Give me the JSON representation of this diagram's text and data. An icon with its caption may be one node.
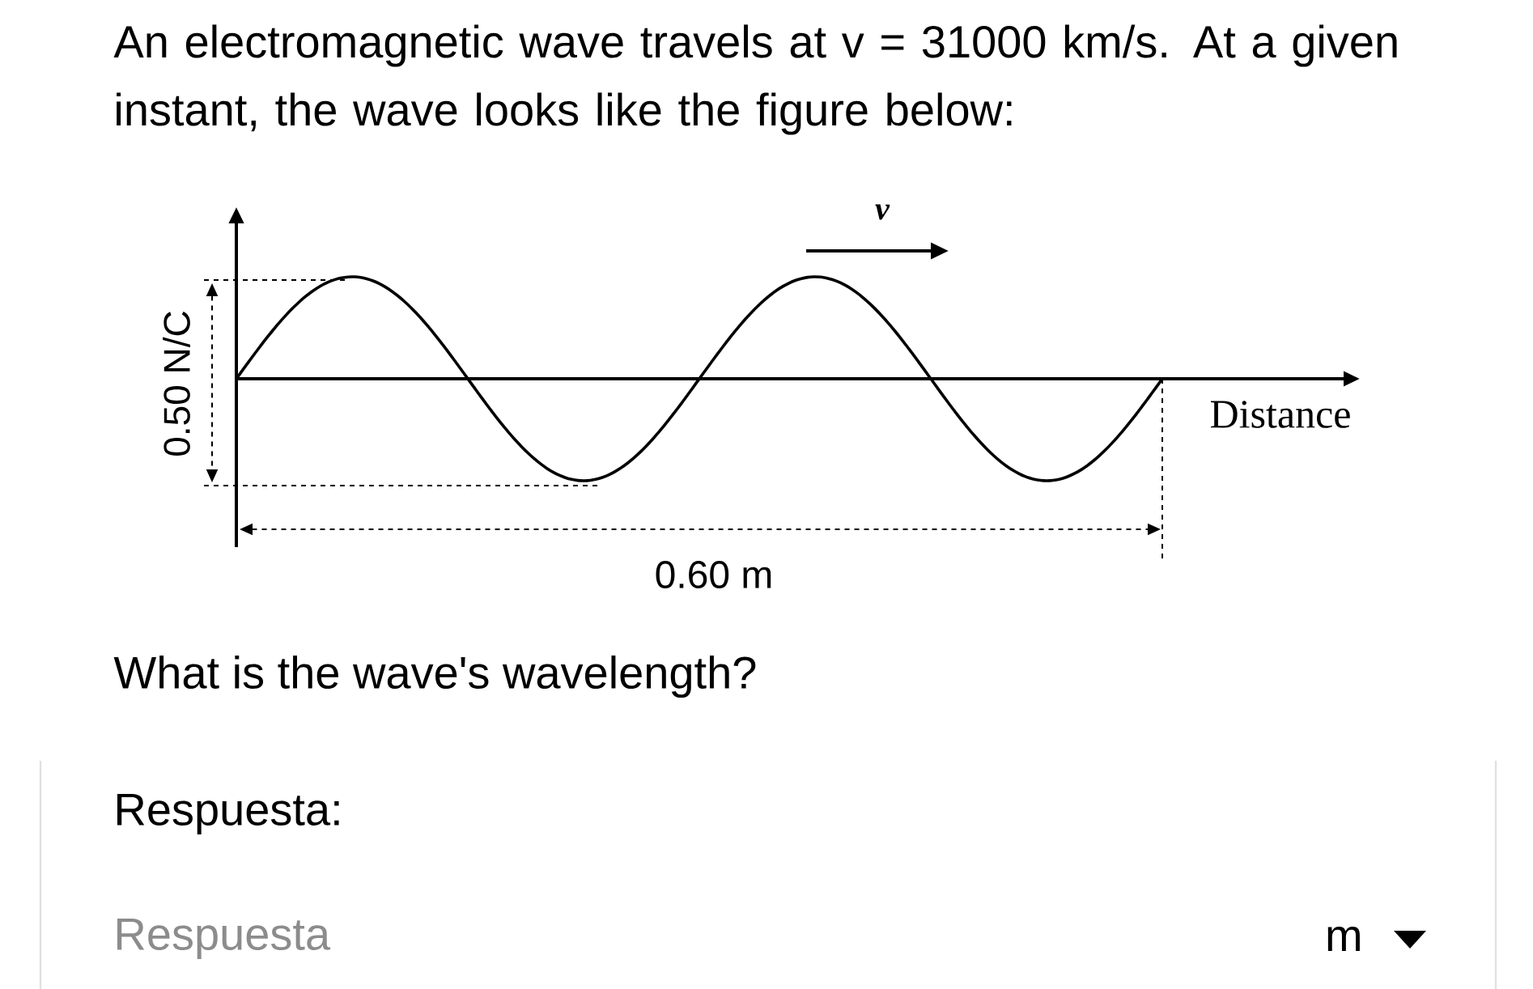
{
  "diagram": {
    "title": "An electromagnetic wave travels at v = 31000 km/s. At a given instant, the wave looks like the figure below:",
    "labels": [
      "v",
      "0.50 N/C",
      "Distance",
      "0.60 m",
      "What is the wave's wavelength?",
      "Respuesta:",
      "Respuesta",
      "m"
    ]
  }
}
